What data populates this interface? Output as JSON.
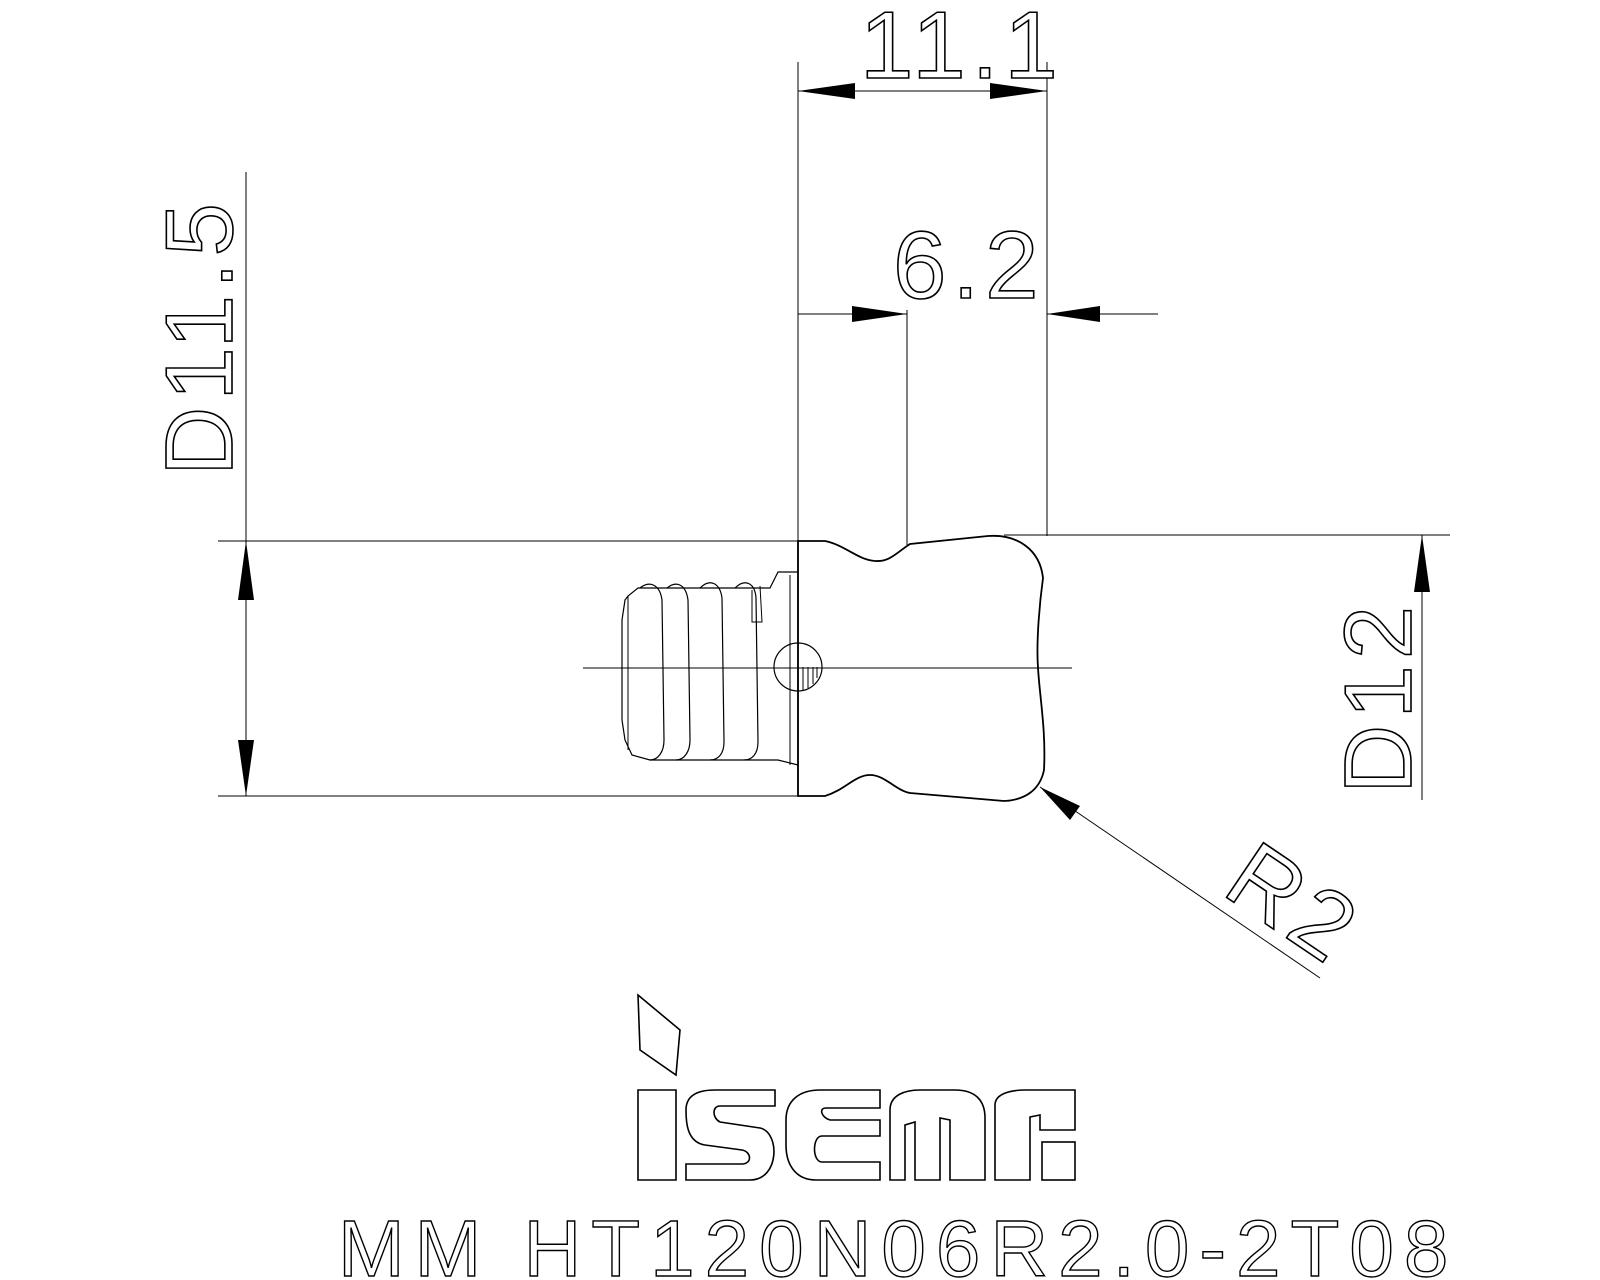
{
  "drawing": {
    "dimensions": {
      "overall_length": "11.1",
      "head_length": "6.2",
      "shank_diameter": "D11.5",
      "head_diameter": "D12",
      "corner_radius": "R2"
    },
    "brand": "iscar",
    "part_number": "MM HT120N06R2.0-2T08"
  },
  "colors": {
    "line": "#000000",
    "background": "#ffffff"
  }
}
